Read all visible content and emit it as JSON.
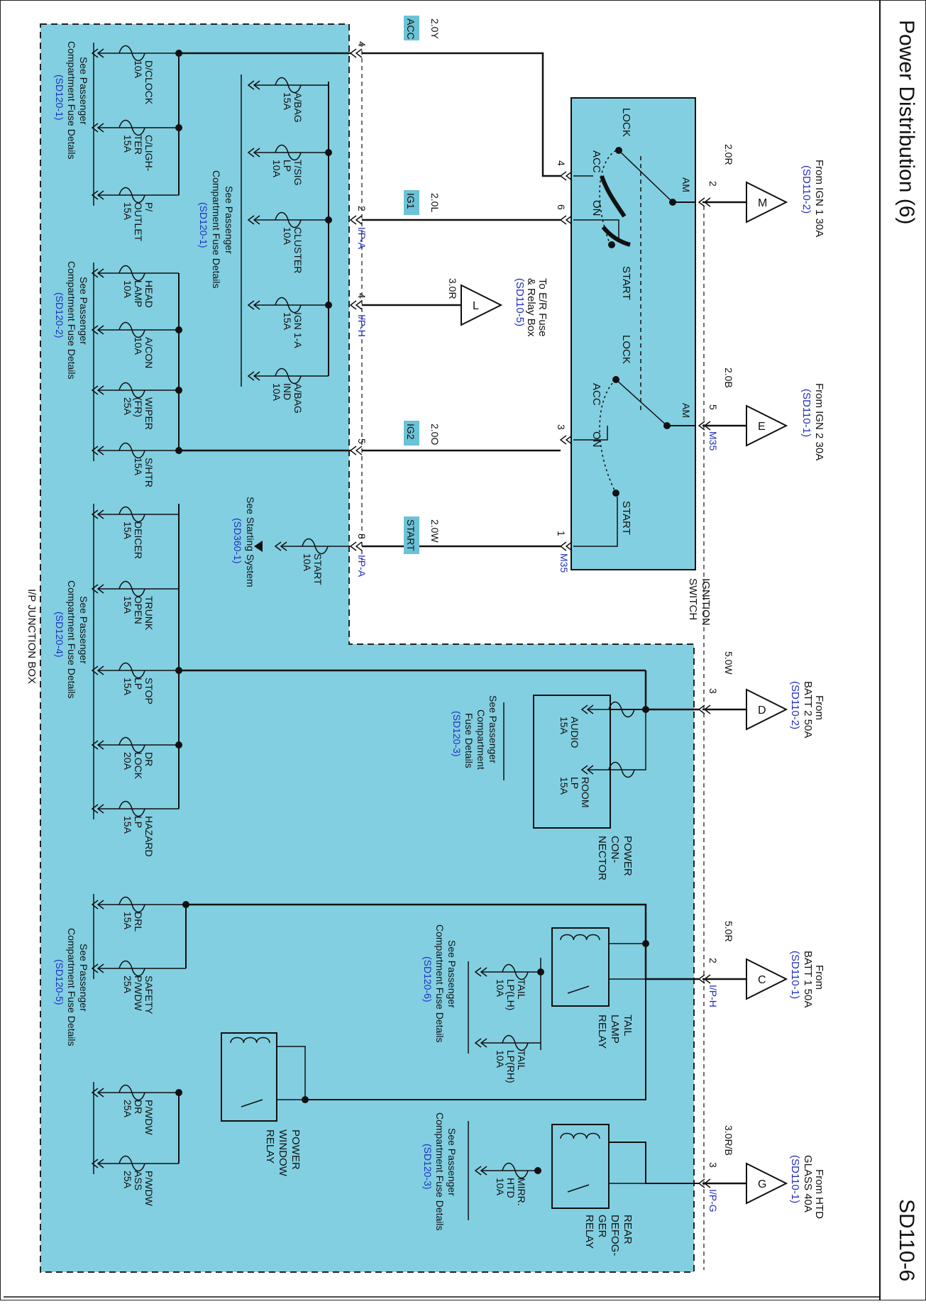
{
  "header": {
    "title": "Power Distribution (6)",
    "page_code": "SD110-6"
  },
  "colors": {
    "box_fill": "#82cfe1",
    "wire": "#111111",
    "link": "#1f2fc0"
  },
  "sources": [
    {
      "from": "From IGN 1 30A",
      "ref": "(SD110-2)",
      "letter": "M",
      "wire": "2.0R",
      "pin": "2"
    },
    {
      "from": "From IGN 2 30A",
      "ref": "(SD110-1)",
      "letter": "E",
      "wire": "2.0B",
      "pin": "5",
      "conn": "M35"
    },
    {
      "from1": "From",
      "from2": "BATT 2 50A",
      "ref": "(SD110-2)",
      "letter": "D",
      "wire": "5.0W",
      "pin": "3"
    },
    {
      "from1": "From",
      "from2": "BATT 1 50A",
      "ref": "(SD110-1)",
      "letter": "C",
      "wire": "5.0R",
      "pin": "2",
      "conn": "I/P-H"
    },
    {
      "from1": "From HTD",
      "from2": "GLASS 40A",
      "ref": "(SD110-1)",
      "letter": "G",
      "wire": "3.0R/B",
      "pin": "3",
      "conn": "I/P-G"
    }
  ],
  "switch": {
    "name1": "IGNITION",
    "name2": "SWITCH",
    "conn": "M35",
    "lock": "LOCK",
    "acc": "ACC",
    "on": "ON",
    "start": "START",
    "am": "AM",
    "pins": [
      "4",
      "6",
      "3",
      "1"
    ]
  },
  "wires": [
    {
      "tag": "ACC",
      "gauge": "2.0Y",
      "jb_pin": "4"
    },
    {
      "tag": "IG1",
      "gauge": "2.0L",
      "jb_pin": "2",
      "conn": "I/P-A"
    },
    {
      "tag": "",
      "gauge": "3.0R",
      "jb_pin": "4",
      "conn": "I/P-H"
    },
    {
      "tag": "IG2",
      "gauge": "2.0O",
      "jb_pin": "5"
    },
    {
      "tag": "START",
      "gauge": "2.0W",
      "jb_pin": "8",
      "conn": "I/P-A"
    }
  ],
  "er_box": {
    "line1": "To E/R Fuse",
    "line2": "& Relay Box",
    "ref": "(SD110-5)",
    "letter": "L"
  },
  "junction_box": {
    "name": "I/P JUNCTION BOX"
  },
  "note": {
    "line1": "See Passenger",
    "line2": "Compartment Fuse Details",
    "line2a": "Compartment",
    "line2b": "Fuse Details",
    "r1201": "(SD120-1)",
    "r1202": "(SD120-2)",
    "r1203": "(SD120-3)",
    "r1204": "(SD120-4)",
    "r1205": "(SD120-5)",
    "r1206": "(SD120-6)"
  },
  "starting": {
    "label": "See Starting System",
    "ref": "(SD360-1)"
  },
  "fuses": {
    "dclock": [
      "D/CLOCK",
      "10A"
    ],
    "clighter": [
      "C/LIGH-",
      "TER",
      "15A"
    ],
    "poutlet": [
      "P/",
      "OUTLET",
      "15A"
    ],
    "abag": [
      "A/BAG",
      "15A"
    ],
    "tsig": [
      "T/SIG",
      "LP",
      "10A"
    ],
    "cluster": [
      "CLUSTER",
      "10A"
    ],
    "ign1a": [
      "IGN 1-A",
      "15A"
    ],
    "abagind": [
      "A/BAG",
      "IND",
      "10A"
    ],
    "headlamp": [
      "HEAD",
      "LAMP",
      "10A"
    ],
    "acon": [
      "A/CON",
      "10A"
    ],
    "wiper": [
      "WIPER",
      "(FR)",
      "25A"
    ],
    "shtr": [
      "S/HTR",
      "15A"
    ],
    "start": [
      "START",
      "10A"
    ],
    "deicer": [
      "DEICER",
      "15A"
    ],
    "trunk": [
      "TRUNK",
      "OPEN",
      "15A"
    ],
    "stop": [
      "STOP",
      "LP",
      "15A"
    ],
    "drlock": [
      "DR",
      "LOCK",
      "20A"
    ],
    "hazard": [
      "HAZARD",
      "LP",
      "15A"
    ],
    "audio": [
      "AUDIO",
      "15A"
    ],
    "room": [
      "ROOM",
      "LP",
      "15A"
    ],
    "drl": [
      "DRL",
      "15A"
    ],
    "safety": [
      "SAFETY",
      "P/WDW",
      "25A"
    ],
    "pwdwdr": [
      "P/WDW",
      "DR",
      "25A"
    ],
    "pwdwass": [
      "P/WDW",
      "ASS",
      "25A"
    ],
    "taillh": [
      "TAIL",
      "LP(LH)",
      "10A"
    ],
    "tailrh": [
      "TAIL",
      "LP(RH)",
      "10A"
    ],
    "mirr": [
      "MIRR.",
      "HTD",
      "10A"
    ]
  },
  "relays": {
    "power_connector": [
      "POWER",
      "CON-",
      "NECTOR"
    ],
    "tail": [
      "TAIL",
      "LAMP",
      "RELAY"
    ],
    "defog": [
      "REAR",
      "DEFOG-",
      "GER",
      "RELAY"
    ],
    "pwindow": [
      "POWER",
      "WINDOW",
      "RELAY"
    ]
  }
}
